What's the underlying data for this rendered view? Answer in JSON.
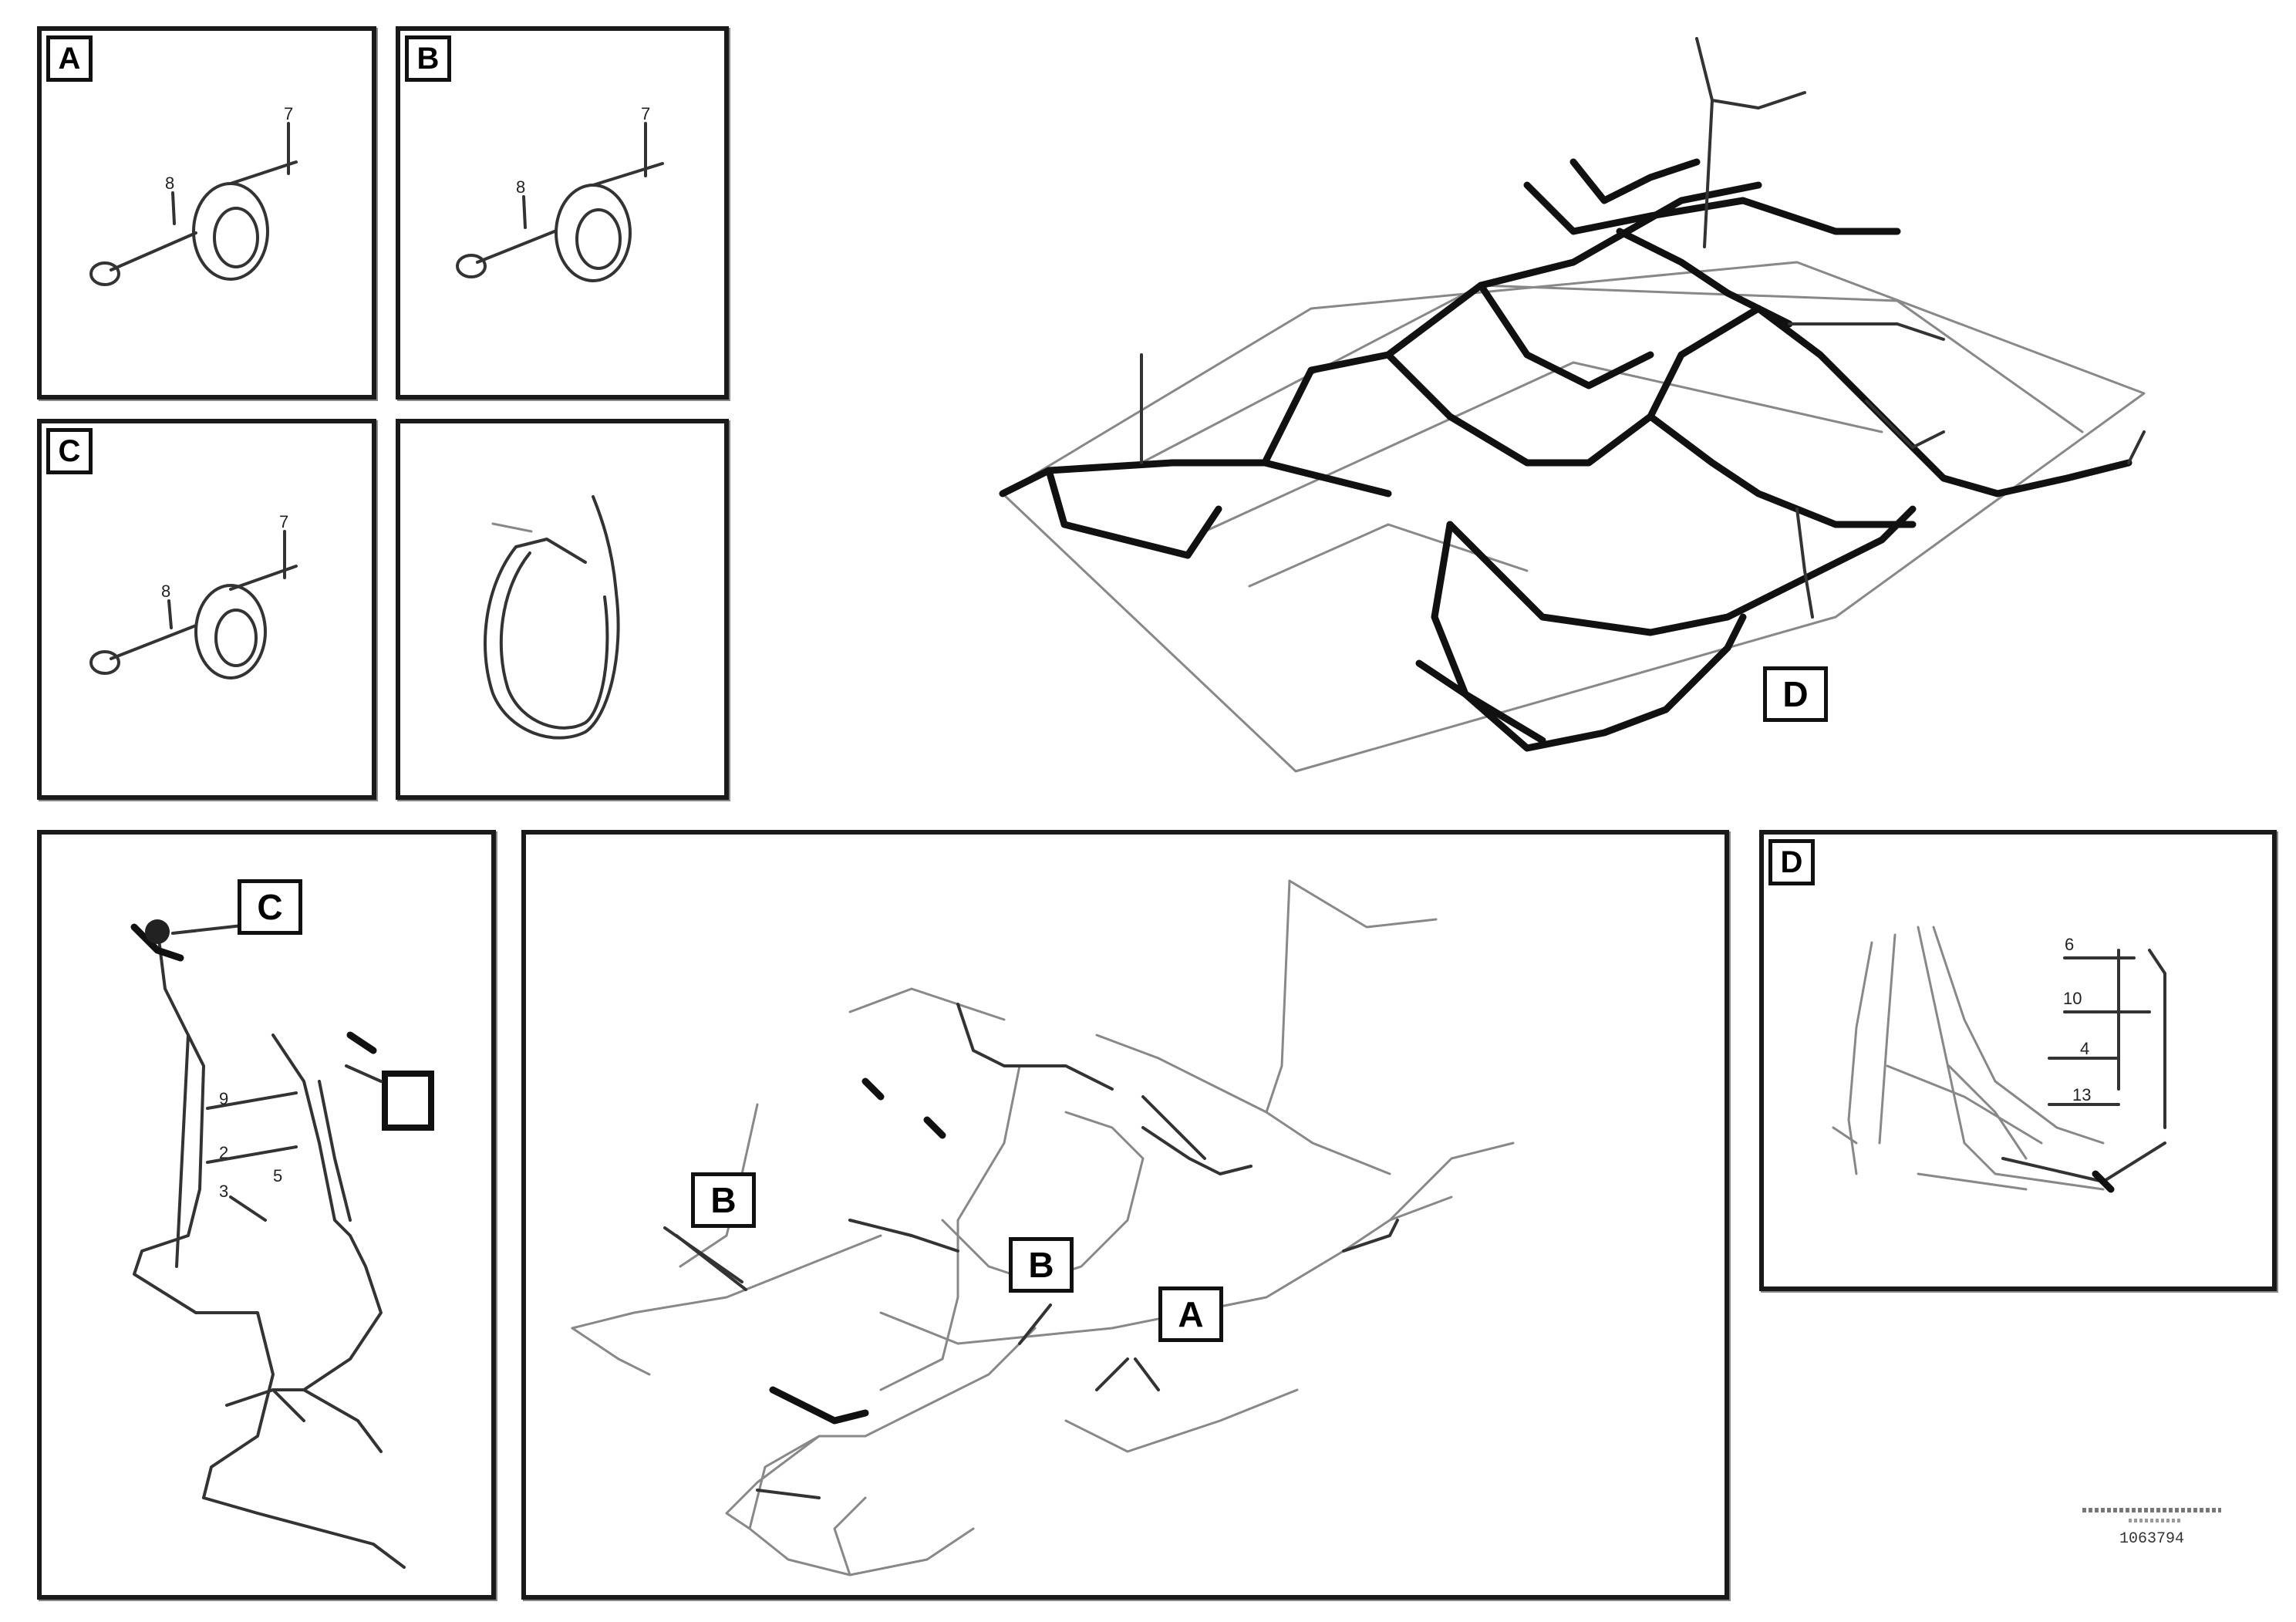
{
  "panels": {
    "a": {
      "label": "A"
    },
    "b": {
      "label": "B"
    },
    "c": {
      "label": "C"
    },
    "d_detail": {
      "label": "D"
    }
  },
  "main_view": {
    "callout_d": "D"
  },
  "left_view": {
    "callout_c": "C"
  },
  "center_view": {
    "callout_b1": "B",
    "callout_b2": "B",
    "callout_a": "A"
  },
  "part_numbers": {
    "a": [
      "8",
      "7"
    ],
    "b": [
      "8",
      "7"
    ],
    "c": [
      "8",
      "7"
    ],
    "left": [
      "9",
      "2",
      "3",
      "5"
    ],
    "d": [
      "6",
      "10",
      "4",
      "13"
    ]
  },
  "footer": {
    "ref_code": "1063794"
  }
}
